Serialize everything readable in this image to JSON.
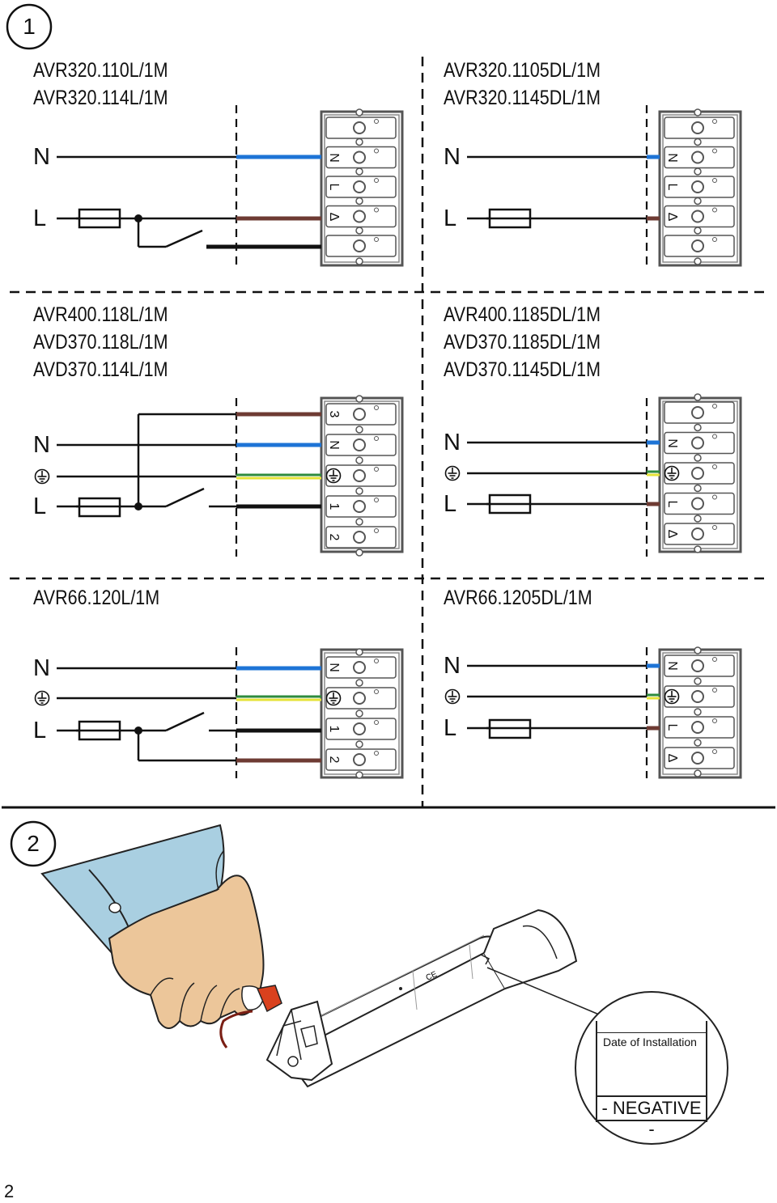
{
  "step1": {
    "number": "1"
  },
  "step2": {
    "number": "2"
  },
  "page_number": "2",
  "colors": {
    "neutral": "#1e74d6",
    "live": "#6e3b33",
    "earth_green": "#2e8b3d",
    "earth_yellow": "#e5e337",
    "switched": "#000000",
    "sleeve": "#a9cfe1",
    "hand": "#ecc69a",
    "plug": "#d9411e"
  },
  "diagrams": [
    {
      "models": [
        "AVR320.110L/1M",
        "AVR320.114L/1M"
      ],
      "line_labels": {
        "n": "N",
        "l": "L"
      },
      "terminals": [
        "N",
        "L",
        "Δ"
      ]
    },
    {
      "models": [
        "AVR320.1105DL/1M",
        "AVR320.1145DL/1M"
      ],
      "line_labels": {
        "n": "N",
        "l": "L"
      },
      "terminals": [
        "N",
        "L",
        "Δ"
      ]
    },
    {
      "models": [
        "AVR400.118L/1M",
        "AVD370.118L/1M",
        "AVD370.114L/1M"
      ],
      "line_labels": {
        "n": "N",
        "l": "L"
      },
      "terminals": [
        "3",
        "N",
        "⏚",
        "1",
        "2"
      ]
    },
    {
      "models": [
        "AVR400.1185DL/1M",
        "AVD370.1185DL/1M",
        "AVD370.1145DL/1M"
      ],
      "line_labels": {
        "n": "N",
        "l": "L"
      },
      "terminals": [
        "N",
        "⏚",
        "L",
        "Δ"
      ]
    },
    {
      "models": [
        "AVR66.120L/1M"
      ],
      "line_labels": {
        "n": "N",
        "l": "L"
      },
      "terminals": [
        "N",
        "⏚",
        "1",
        "2"
      ]
    },
    {
      "models": [
        "AVR66.1205DL/1M"
      ],
      "line_labels": {
        "n": "N",
        "l": "L"
      },
      "terminals": [
        "N",
        "⏚",
        "L",
        "Δ"
      ]
    }
  ],
  "label_callout": {
    "title": "Date of Installation",
    "footer": "- NEGATIVE -"
  }
}
